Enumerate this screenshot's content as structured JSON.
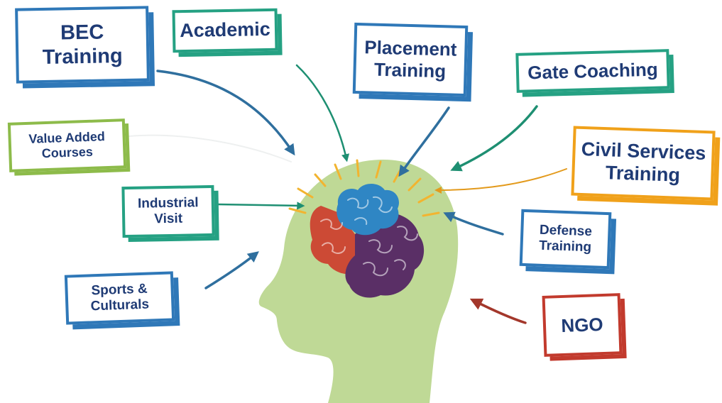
{
  "labels": {
    "bec": "BEC\nTraining",
    "academic": "Academic",
    "placement": "Placement\nTraining",
    "gate": "Gate Coaching",
    "value_added": "Value Added\nCourses",
    "civil": "Civil Services\nTraining",
    "industrial": "Industrial\nVisit",
    "defense": "Defense\nTraining",
    "sports": "Sports &\nCulturals",
    "ngo": "NGO"
  },
  "colors": {
    "text": "#1f3b75",
    "blue": "#2f78b8",
    "teal": "#25a183",
    "green": "#8dbb4a",
    "orange": "#f0a11a",
    "red": "#c23a2d",
    "head": "#bfd996",
    "brain_blue": "#2f86c4",
    "brain_red": "#cc4a35",
    "brain_purple": "#5a2f66",
    "rays": "#f2b430"
  }
}
